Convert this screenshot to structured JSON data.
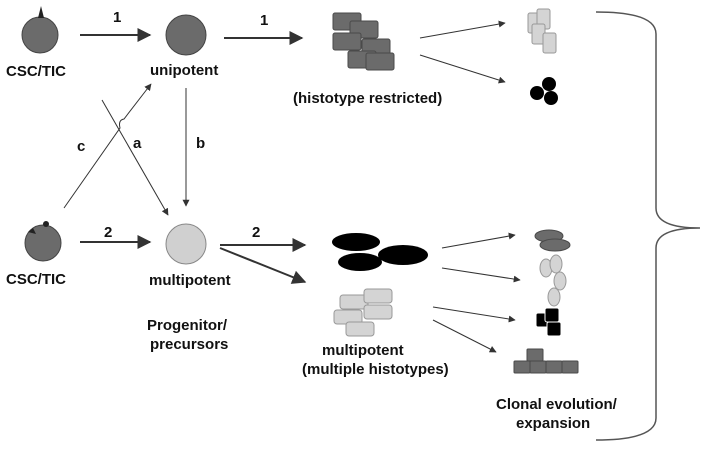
{
  "labels": {
    "csc_tic_top": "CSC/TIC",
    "unipotent": "unipotent",
    "histotype_restricted": "(histotype restricted)",
    "csc_tic_bottom": "CSC/TIC",
    "multipotent": "multipotent",
    "progenitor_line1": "Progenitor/",
    "progenitor_line2": "precursors",
    "multipotent_multi_line1": "multipotent",
    "multipotent_multi_line2": "(multiple histotypes)",
    "clonal_line1": "Clonal evolution/",
    "clonal_line2": "expansion"
  },
  "arrow_labels": {
    "path1_a": "1",
    "path1_b": "1",
    "path2_a": "2",
    "path2_b": "2",
    "a": "a",
    "b": "b",
    "c": "c"
  },
  "colors": {
    "dark_cell": "#6b6b6b",
    "light_cell": "#cfcfcf",
    "black_cell": "#000000",
    "arrow": "#333333"
  }
}
